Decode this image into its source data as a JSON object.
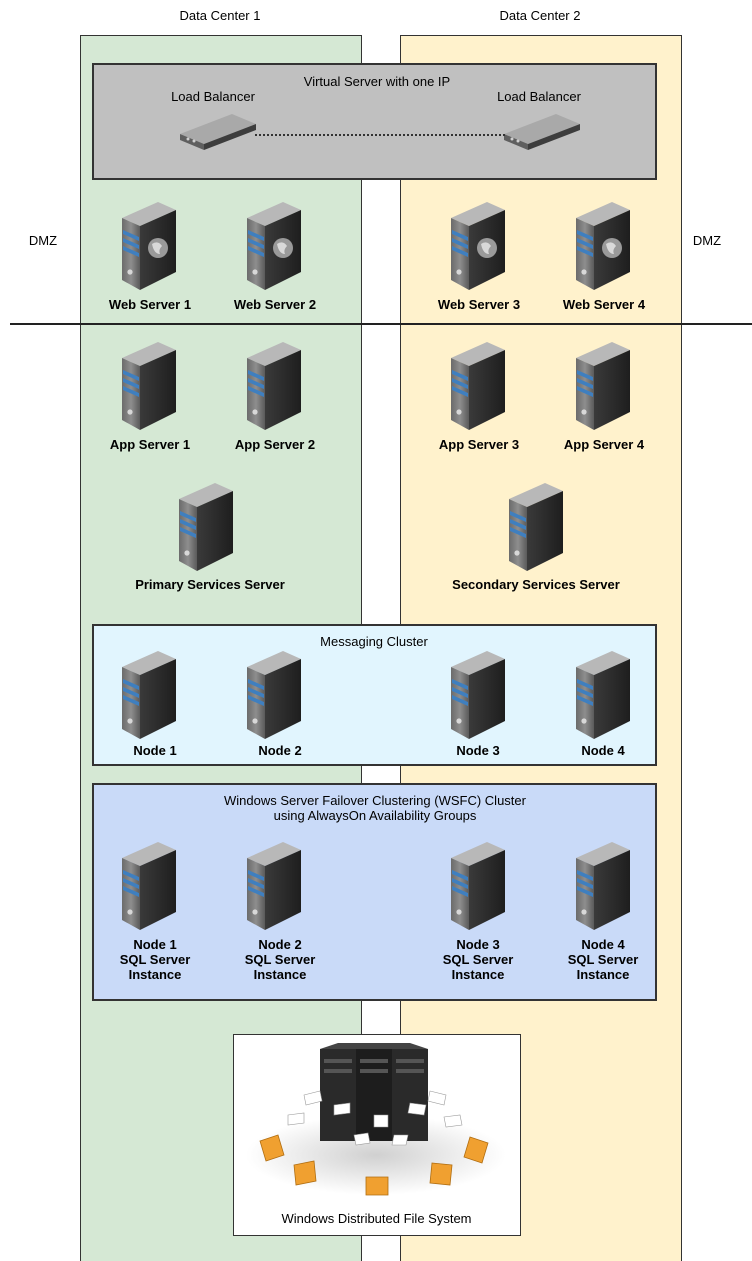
{
  "data_centers": [
    {
      "title": "Data Center 1",
      "color": "#d5e8d4"
    },
    {
      "title": "Data Center 2",
      "color": "#fff2cc"
    }
  ],
  "dmz": {
    "left": "DMZ",
    "right": "DMZ"
  },
  "load_balancer_group": {
    "title": "Virtual Server with one IP",
    "left_label": "Load Balancer",
    "right_label": "Load Balancer",
    "fill": "#c0c0c0"
  },
  "web_servers": [
    "Web Server 1",
    "Web Server 2",
    "Web Server 3",
    "Web Server 4"
  ],
  "app_servers": [
    "App Server 1",
    "App Server 2",
    "App Server 3",
    "App Server 4"
  ],
  "services": {
    "primary": "Primary Services Server",
    "secondary": "Secondary Services Server"
  },
  "messaging_cluster": {
    "title": "Messaging Cluster",
    "fill": "#e1f5fe",
    "nodes": [
      "Node 1",
      "Node 2",
      "Node 3",
      "Node 4"
    ]
  },
  "wsfc_cluster": {
    "title": "Windows Server Failover Clustering (WSFC) Cluster\nusing AlwaysOn Availability Groups",
    "fill": "#c9daf8",
    "nodes": [
      "Node 1\nSQL Server\nInstance",
      "Node 2\nSQL Server\nInstance",
      "Node 3\nSQL Server\nInstance",
      "Node 4\nSQL Server\nInstance"
    ]
  },
  "file_system": {
    "label": "Windows Distributed File System"
  }
}
